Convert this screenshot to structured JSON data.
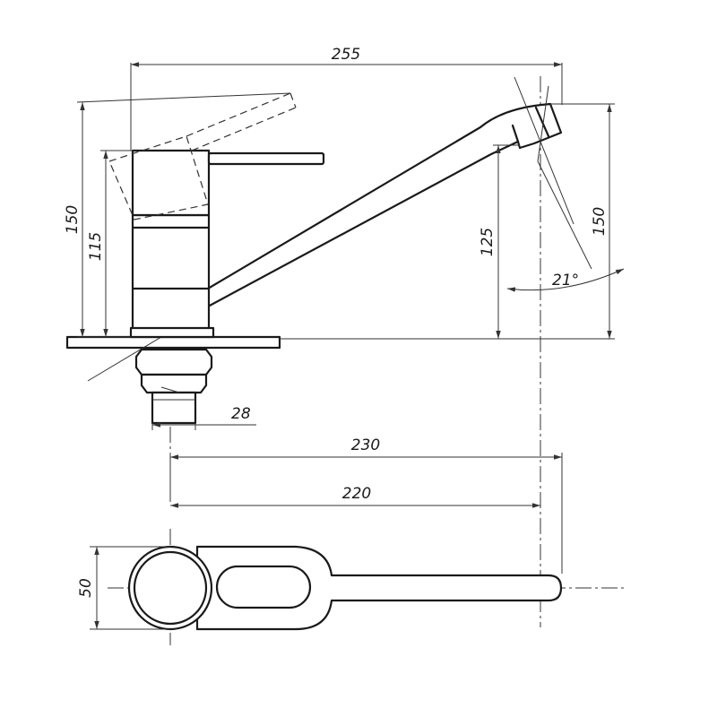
{
  "dimensions": {
    "total_length": "255",
    "total_height_left": "150",
    "lever_height": "115",
    "spout_height": "125",
    "spout_outlet_height": "150",
    "spout_angle": "21°",
    "base_thread": "28",
    "reach_outer": "230",
    "reach_spout": "220",
    "body_diameter": "50"
  }
}
